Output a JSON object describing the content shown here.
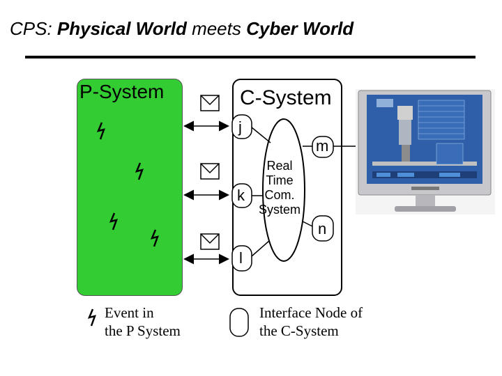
{
  "title": {
    "prefix": "CPS:  ",
    "bold_part": "Physical World",
    "middle": " meets ",
    "bold_part2": "Cyber World"
  },
  "p_system": {
    "label": "P-System",
    "color": "#33cc33"
  },
  "c_system": {
    "label": "C-System"
  },
  "interface_nodes": {
    "j": "j",
    "k": "k",
    "l": "l",
    "m": "m",
    "n": "n"
  },
  "rtcs": {
    "line1": "Real",
    "line2": "Time",
    "line3": "Com.",
    "line4": "System"
  },
  "legend": {
    "event_line1": "Event in",
    "event_line2": "the P System",
    "node_line1": "Interface Node of",
    "node_line2": "the C-System"
  }
}
